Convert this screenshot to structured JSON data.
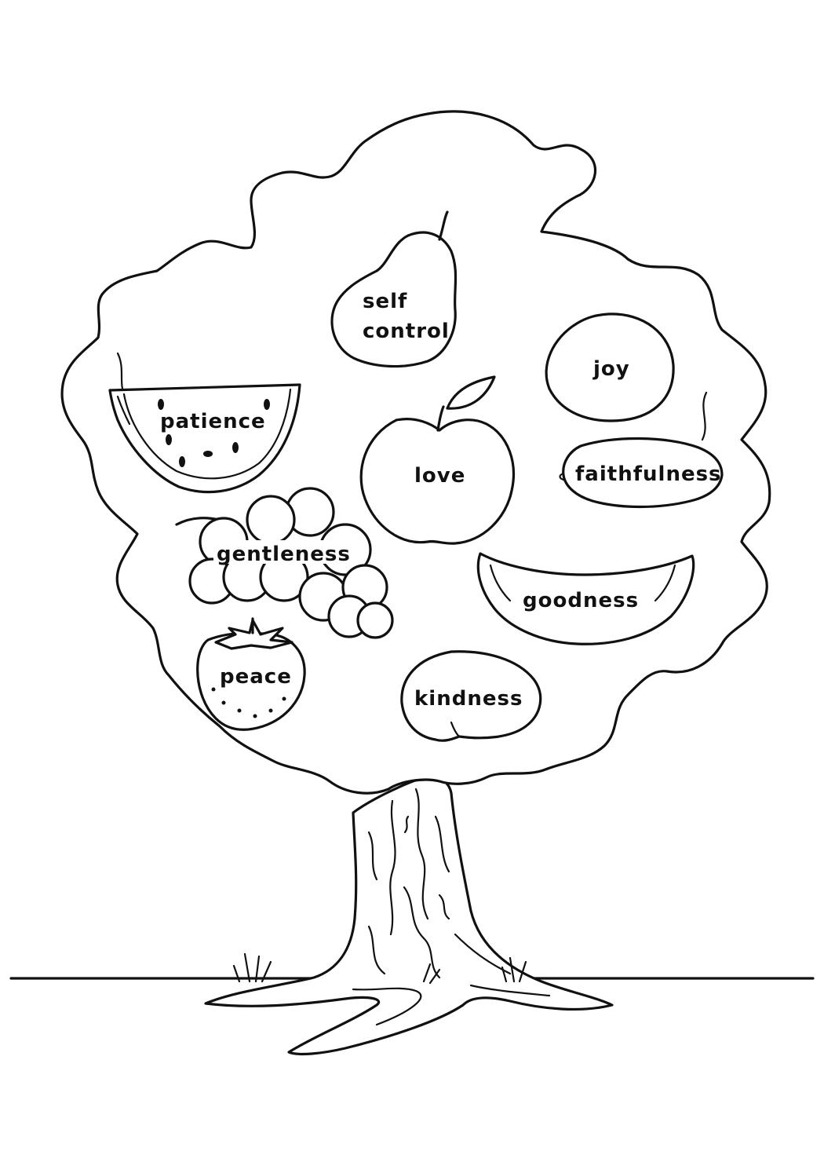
{
  "labels": {
    "self_control_line1": "self",
    "self_control_line2": "control",
    "joy": "joy",
    "patience": "patience",
    "love": "love",
    "faithfulness": "faithfulness",
    "gentleness": "gentleness",
    "goodness": "goodness",
    "peace": "peace",
    "kindness": "kindness"
  },
  "colors": {
    "ink": "#111111",
    "paper": "#ffffff"
  }
}
